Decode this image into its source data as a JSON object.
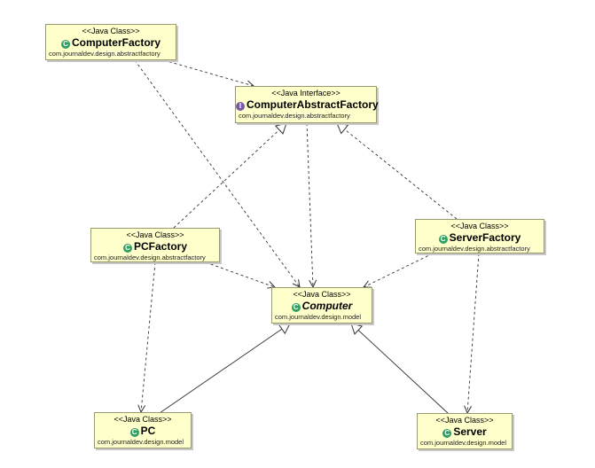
{
  "nodes": {
    "computer_factory": {
      "stereotype": "<<Java Class>>",
      "name": "ComputerFactory",
      "package": "com.journaldev.design.abstractfactory",
      "icon": "class-icon",
      "icon_glyph": "C"
    },
    "computer_abstract_factory": {
      "stereotype": "<<Java Interface>>",
      "name": "ComputerAbstractFactory",
      "package": "com.journaldev.design.abstractfactory",
      "icon": "interface-icon",
      "icon_glyph": "I"
    },
    "pc_factory": {
      "stereotype": "<<Java Class>>",
      "name": "PCFactory",
      "package": "com.journaldev.design.abstractfactory",
      "icon": "class-icon",
      "icon_glyph": "C"
    },
    "server_factory": {
      "stereotype": "<<Java Class>>",
      "name": "ServerFactory",
      "package": "com.journaldev.design.abstractfactory",
      "icon": "class-icon",
      "icon_glyph": "C"
    },
    "computer": {
      "stereotype": "<<Java Class>>",
      "name": "Computer",
      "package": "com.journaldev.design.model",
      "icon": "abstract-class-icon",
      "icon_glyph": "C"
    },
    "pc": {
      "stereotype": "<<Java Class>>",
      "name": "PC",
      "package": "com.journaldev.design.model",
      "icon": "class-icon",
      "icon_glyph": "C"
    },
    "server": {
      "stereotype": "<<Java Class>>",
      "name": "Server",
      "package": "com.journaldev.design.model",
      "icon": "class-icon",
      "icon_glyph": "C"
    }
  },
  "colors": {
    "box_fill": "#ffffcc",
    "box_border": "#9a9a70",
    "edge": "#333333",
    "class_icon": "#2f9f62",
    "interface_icon": "#7a5aa8"
  }
}
